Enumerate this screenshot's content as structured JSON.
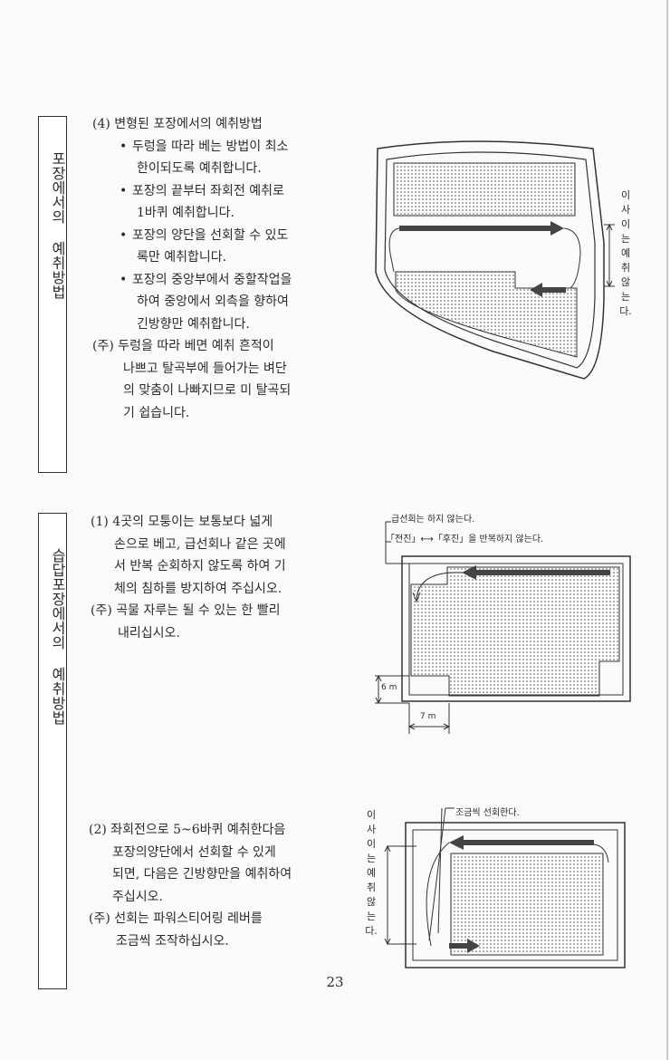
{
  "side_labels": {
    "top": "포장에서의 예취방법",
    "bottom": "습답포장에서의 예취방법"
  },
  "section1": {
    "heading": "(4) 변형된 포장에서의 예취방법",
    "bullets": [
      [
        "두렁을 따라 베는 방법이 최소",
        "한이되도록 예취합니다."
      ],
      [
        "포장의 끝부터 좌회전 예취로",
        "1바퀴 예취합니다."
      ],
      [
        "포장의 양단을 선회할 수 있도",
        "록만 예취합니다."
      ],
      [
        "포장의 중앙부에서 중할작업을",
        "하여 중앙에서 외측을 향하여",
        "긴방향만 예취합니다."
      ]
    ],
    "note_mark": "(주)",
    "note": [
      "두렁을 따라 베면 예취 흔적이",
      "나쁘고 탈곡부에 들어가는 벼단",
      "의 맞춤이 나빠지므로 미 탈곡되",
      "기 쉽습니다."
    ]
  },
  "section2": {
    "heading": [
      "(1) 4곳의 모퉁이는 보통보다 넓게",
      "손으로 베고, 급선회나 같은 곳에",
      "서 반복 순회하지 않도록 하여 기",
      "체의 침하를 방지하여 주십시오."
    ],
    "note_mark": "(주)",
    "note": [
      "곡물 자루는 될 수 있는 한 빨리",
      "내리십시오."
    ]
  },
  "section3": {
    "heading": [
      "(2) 좌회전으로 5~6바퀴 예취한다음",
      "포장의양단에서 선회할 수 있게",
      "되면, 다음은 긴방향만을 예취하여",
      "주십시오."
    ],
    "note_mark": "(주)",
    "note": [
      "선회는 파워스티어링 레버를",
      "조금씩 조작하십시오."
    ]
  },
  "figure1": {
    "side_text": "이 사 이 는 예 취 않 는 다."
  },
  "figure2": {
    "label_a": "급선회는 하지 않는다.",
    "label_b": "「전진」⟷「후진」을 반복하지 않는다.",
    "dim_h": "6 m",
    "dim_w": "7 m"
  },
  "figure3": {
    "label": "조금씩 선회한다.",
    "side_text": "이 사 이 는 예 취 않 는 다."
  },
  "page_number": "23",
  "colors": {
    "ink": "#2b2b2b",
    "paper": "#fbfbf9",
    "dot": "#555555"
  }
}
